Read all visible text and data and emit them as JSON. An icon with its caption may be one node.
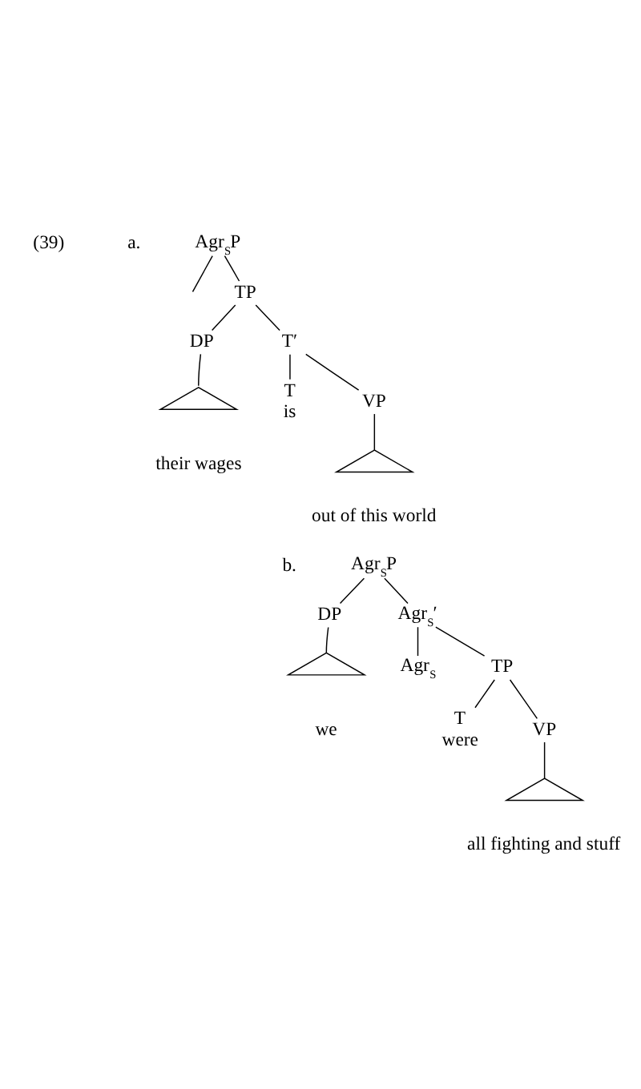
{
  "diagram": {
    "nodes": [
      {
        "text": [
          "Agr$_{S}$P"
        ]
      },
      {
        "text": [
          "TP"
        ]
      },
      {
        "text": [
          "DP"
        ]
      },
      {
        "text": [
          "T′"
        ]
      },
      {
        "text": [],
        "shape": "triangle",
        "beside": [
          "their wages"
        ]
      },
      {
        "text": [
          "T",
          "is"
        ]
      },
      {
        "text": [
          "VP"
        ]
      },
      {
        "text": [],
        "shape": "triangle",
        "beside": [
          "out of this world"
        ]
      },
      {
        "text": [
          "Agr$_{S}$P"
        ]
      },
      {
        "text": [
          "DP"
        ]
      },
      {
        "text": [
          "Agr$_{S}$′"
        ]
      },
      {
        "text": [],
        "shape": "triangle",
        "beside": [
          "we"
        ]
      },
      {
        "text": [
          "Agr$_{S}$"
        ]
      },
      {
        "text": [
          "TP"
        ]
      },
      {
        "text": [
          "T",
          "were"
        ]
      },
      {
        "text": [
          "VP"
        ]
      },
      {
        "text": [],
        "shape": "triangle",
        "beside": [
          "all fighting and stuff"
        ]
      }
    ],
    "edges": [
      {
        "from": 0,
        "to": null,
        "arrow": "none"
      },
      {
        "from": 0,
        "to": 1,
        "arrow": "none"
      },
      {
        "from": 1,
        "to": 2,
        "arrow": "none"
      },
      {
        "from": 1,
        "to": 3,
        "arrow": "none"
      },
      {
        "from": 2,
        "to": 4,
        "arrow": "none"
      },
      {
        "from": 3,
        "to": 5,
        "arrow": "none"
      },
      {
        "from": 3,
        "to": 6,
        "arrow": "none"
      },
      {
        "from": 6,
        "to": 7,
        "arrow": "none"
      },
      {
        "from": 8,
        "to": 9,
        "arrow": "none"
      },
      {
        "from": 8,
        "to": 10,
        "arrow": "none"
      },
      {
        "from": 9,
        "to": 11,
        "arrow": "none"
      },
      {
        "from": 10,
        "to": 12,
        "arrow": "none"
      },
      {
        "from": 10,
        "to": 13,
        "arrow": "none"
      },
      {
        "from": 13,
        "to": 14,
        "arrow": "none"
      },
      {
        "from": 13,
        "to": 15,
        "arrow": "none"
      },
      {
        "from": 15,
        "to": 16,
        "arrow": "none"
      }
    ],
    "labels": [
      "(39)",
      "a.",
      "b."
    ]
  }
}
